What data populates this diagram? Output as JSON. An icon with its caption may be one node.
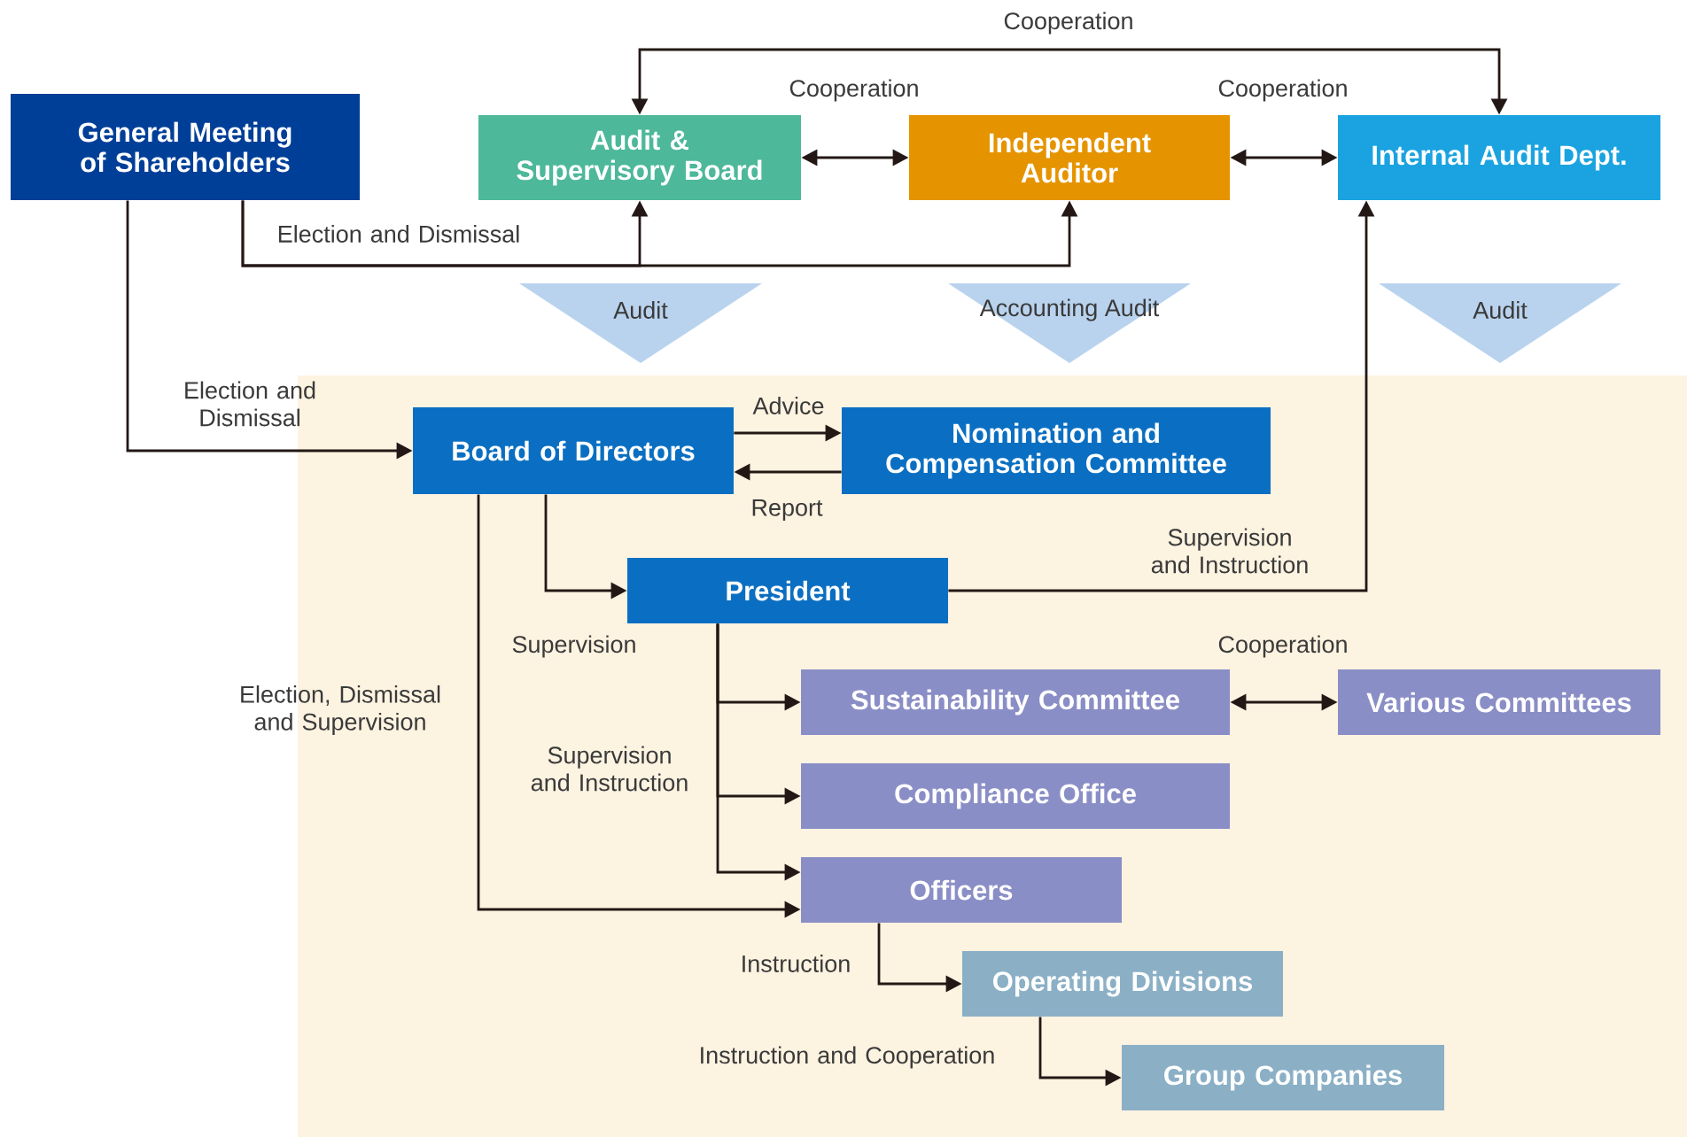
{
  "diagram": {
    "nodes": [
      {
        "text": [
          "General Meeting of Shareholders"
        ]
      },
      {
        "text": [
          "Audit & Supervisory Board"
        ]
      },
      {
        "text": [
          "Independent Auditor"
        ]
      },
      {
        "text": [
          "Internal Audit Dept."
        ]
      },
      {
        "text": [
          "Board of Directors"
        ]
      },
      {
        "text": [
          "Nomination and Compensation Committee"
        ]
      },
      {
        "text": [
          "President"
        ]
      },
      {
        "text": [
          "Sustainability Committee"
        ]
      },
      {
        "text": [
          "Various Committees"
        ]
      },
      {
        "text": [
          "Compliance Office"
        ]
      },
      {
        "text": [
          "Officers"
        ]
      },
      {
        "text": [
          "Operating Divisions"
        ]
      },
      {
        "text": [
          "Group Companies"
        ]
      },
      {
        "text": [
          "Audit"
        ]
      },
      {
        "text": [
          "Accounting Audit"
        ]
      },
      {
        "text": [
          "Audit"
        ]
      }
    ],
    "edges": [
      {
        "from": 1,
        "to": 3,
        "arrow": "both",
        "label": "Cooperation"
      },
      {
        "from": 1,
        "to": 2,
        "arrow": "both",
        "label": "Cooperation"
      },
      {
        "from": 2,
        "to": 3,
        "arrow": "both",
        "label": "Cooperation"
      },
      {
        "from": 0,
        "to": 1,
        "arrow": "to",
        "label": "Election and Dismissal"
      },
      {
        "from": 0,
        "to": 2,
        "arrow": "to"
      },
      {
        "from": 0,
        "to": 4,
        "arrow": "to",
        "label": "Election and Dismissal"
      },
      {
        "from": 4,
        "to": 5,
        "arrow": "to",
        "label": "Advice"
      },
      {
        "from": 5,
        "to": 4,
        "arrow": "to",
        "label": "Report"
      },
      {
        "from": 4,
        "to": 6,
        "arrow": "to",
        "label": "Supervision"
      },
      {
        "from": 6,
        "to": 3,
        "arrow": "to",
        "label": "Supervision and Instruction"
      },
      {
        "from": 6,
        "to": 7,
        "arrow": "to"
      },
      {
        "from": 6,
        "to": 9,
        "arrow": "to",
        "label": "Supervision and Instruction"
      },
      {
        "from": 6,
        "to": 10,
        "arrow": "to"
      },
      {
        "from": 4,
        "to": 10,
        "arrow": "to",
        "label": "Election, Dismissal and Supervision"
      },
      {
        "from": 7,
        "to": 8,
        "arrow": "both",
        "label": "Cooperation"
      },
      {
        "from": 10,
        "to": 11,
        "arrow": "to",
        "label": "Instruction"
      },
      {
        "from": 11,
        "to": 12,
        "arrow": "to",
        "label": "Instruction and Cooperation"
      }
    ]
  }
}
